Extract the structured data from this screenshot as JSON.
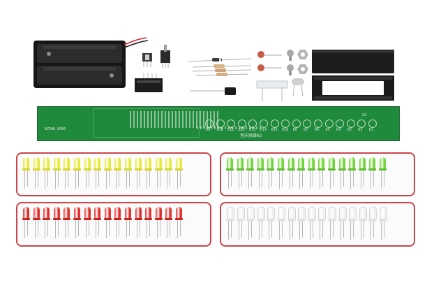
{
  "pcb": {
    "board_title": "音乐频谱02",
    "model": "AZPAK_0906",
    "led_refs": [
      "D9",
      "D10",
      "D11",
      "D12",
      "D13",
      "D14",
      "D15",
      "D16",
      "D8",
      "D7",
      "D6",
      "D5",
      "D4",
      "D3",
      "D2",
      "D1"
    ],
    "switch_ref": "S2"
  },
  "led_groups": [
    {
      "color_name": "yellow",
      "dome_color": "#e6ea3a",
      "rim_color": "#d9d62c",
      "count": 16
    },
    {
      "color_name": "green",
      "dome_color": "#72d43a",
      "rim_color": "#5cbf2c",
      "count": 16
    },
    {
      "color_name": "red",
      "dome_color": "#e0312e",
      "rim_color": "#c82522",
      "count": 16
    },
    {
      "color_name": "white",
      "dome_color": "#f1f1f1",
      "rim_color": "#e3e3e3",
      "count": 16
    }
  ],
  "colors": {
    "panel_border": "#c8464b",
    "pcb_green": "#1f8a3c",
    "battery_black": "#161616"
  },
  "icons": [
    "battery-holder-icon",
    "potentiometer-icon",
    "slide-switch-icon",
    "diode-icon",
    "resistor-icon",
    "capacitor-icon",
    "crystal-icon",
    "ic-socket-icon",
    "chip-icon"
  ]
}
